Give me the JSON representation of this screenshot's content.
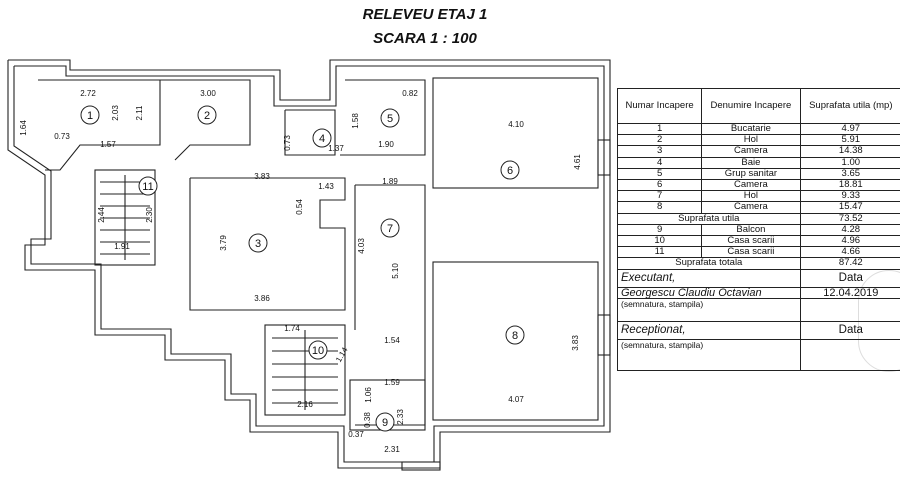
{
  "header": {
    "title": "RELEVEU ETAJ 1",
    "scale": "SCARA 1 : 100"
  },
  "plan": {
    "room_numbers": [
      "1",
      "2",
      "3",
      "4",
      "5",
      "6",
      "7",
      "8",
      "9",
      "10",
      "11"
    ],
    "dimensions": [
      "2.72",
      "3.00",
      "2.03",
      "2.11",
      "1.64",
      "0.73",
      "1.57",
      "0.82",
      "1.58",
      "1.37",
      "0.73",
      "1.90",
      "4.10",
      "4.61",
      "3.83",
      "1.43",
      "0.54",
      "3.79",
      "1.89",
      "4.03",
      "5.10",
      "3.86",
      "2.44",
      "2.30",
      "1.91",
      "1.54",
      "1.59",
      "1.06",
      "2.33",
      "0.38",
      "0.37",
      "2.31",
      "2.16",
      "1.14",
      "1.74",
      "3.83",
      "4.07"
    ]
  },
  "table": {
    "headers": [
      "Numar Incapere",
      "Denumire Incapere",
      "Suprafata utila (mp)"
    ],
    "rows_a": [
      {
        "nr": "1",
        "name": "Bucatarie",
        "area": "4.97"
      },
      {
        "nr": "2",
        "name": "Hol",
        "area": "5.91"
      },
      {
        "nr": "3",
        "name": "Camera",
        "area": "14.38"
      },
      {
        "nr": "4",
        "name": "Baie",
        "area": "1.00"
      },
      {
        "nr": "5",
        "name": "Grup sanitar",
        "area": "3.65"
      },
      {
        "nr": "6",
        "name": "Camera",
        "area": "18.81"
      },
      {
        "nr": "7",
        "name": "Hol",
        "area": "9.33"
      },
      {
        "nr": "8",
        "name": "Camera",
        "area": "15.47"
      }
    ],
    "usable_label": "Suprafata utila",
    "usable_value": "73.52",
    "rows_b": [
      {
        "nr": "9",
        "name": "Balcon",
        "area": "4.28"
      },
      {
        "nr": "10",
        "name": "Casa scarii",
        "area": "4.96"
      },
      {
        "nr": "11",
        "name": "Casa scarii",
        "area": "4.66"
      }
    ],
    "total_label": "Suprafata totala",
    "total_value": "87.42",
    "executant_label": "Executant,",
    "date_label": "Data",
    "executant_name": "Georgescu Claudiu Octavian",
    "executant_date": "12.04.2019",
    "signature_note": "(semnatura, stampila)",
    "receptionat_label": "Receptionat,",
    "date_label_2": "Data",
    "signature_note_2": "(semnatura, stampila)"
  }
}
